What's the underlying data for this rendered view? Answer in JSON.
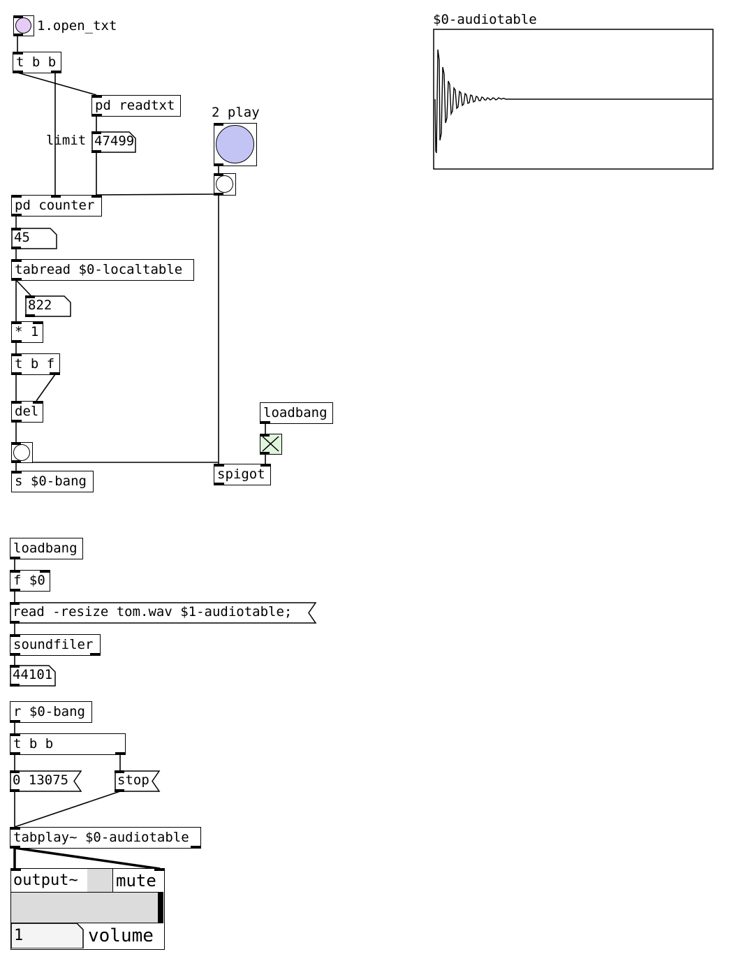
{
  "top": {
    "open_label": "1.open_txt",
    "trigger_bb": "t b b",
    "pd_readtxt": "pd readtxt",
    "limit_label": "limit",
    "limit_value": "47499",
    "play_label": "2 play",
    "pd_counter": "pd counter",
    "counter_value": "45",
    "tabread": "tabread $0-localtable",
    "tabread_value": "822",
    "multiply": "* 1",
    "trigger_bf": "t b f",
    "delay": "del",
    "loadbang": "loadbang",
    "spigot": "spigot",
    "send_bang": "s $0-bang"
  },
  "array": {
    "name": "$0-audiotable"
  },
  "loader": {
    "loadbang": "loadbang",
    "float_dollar": "f $0",
    "read_message": "read -resize tom.wav $1-audiotable;",
    "soundfiler": "soundfiler",
    "sample_count": "44101"
  },
  "player": {
    "receive_bang": "r $0-bang",
    "trigger_bb": "t b b",
    "range_message": "0 13075",
    "stop_message": "stop",
    "tabplay": "tabplay~ $0-audiotable"
  },
  "output": {
    "title": "output~",
    "mute_label": "mute",
    "volume_value": "1",
    "volume_label": "volume"
  },
  "colors": {
    "bang_fill": "#c4c4f4",
    "open_bang_fill": "#e4ccf7",
    "toggle_fill": "#dff5dc",
    "gui_gray": "#dcdcdc"
  }
}
